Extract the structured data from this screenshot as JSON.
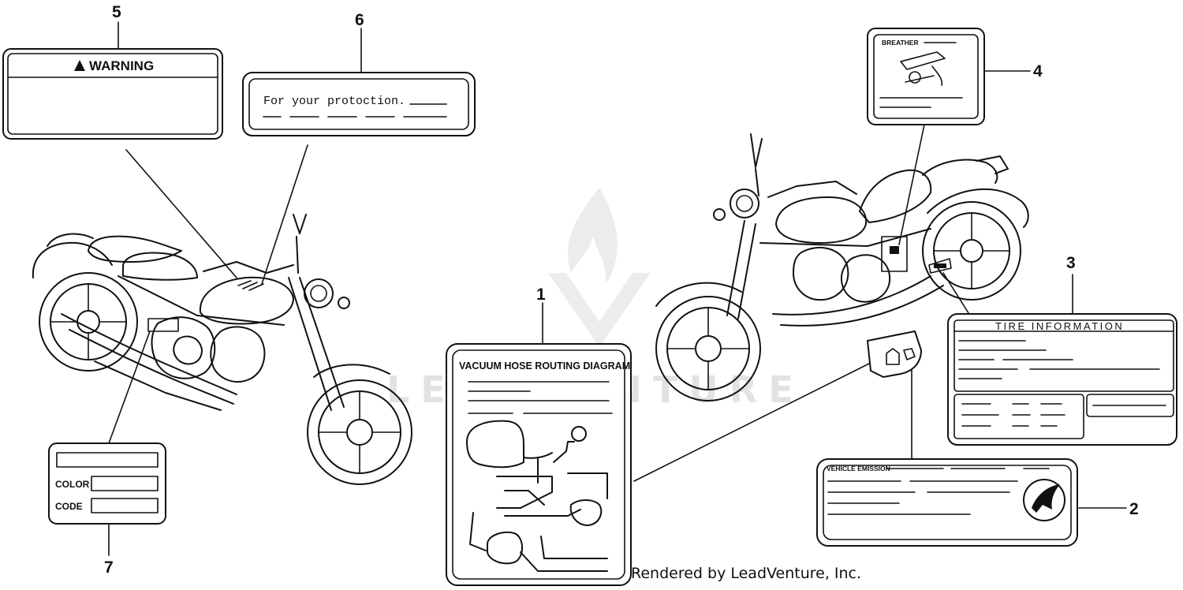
{
  "watermark": {
    "text": "LEADVENTURE"
  },
  "footer": {
    "credit": "Rendered by LeadVenture, Inc."
  },
  "callouts": [
    {
      "number": "1",
      "part": "vacuum-hose-routing-diagram-label"
    },
    {
      "number": "2",
      "part": "vehicle-emission-label"
    },
    {
      "number": "3",
      "part": "tire-information-label"
    },
    {
      "number": "4",
      "part": "breather-label"
    },
    {
      "number": "5",
      "part": "warning-label"
    },
    {
      "number": "6",
      "part": "protection-label"
    },
    {
      "number": "7",
      "part": "color-code-label"
    }
  ],
  "labels": {
    "warning": {
      "text": "WARNING"
    },
    "protection": {
      "text": "For your protoction."
    },
    "color_code": {
      "color": "COLOR",
      "code": "CODE"
    },
    "vacuum": {
      "title": "VACUUM HOSE ROUTING DIAGRAM"
    },
    "breather": {
      "title": "BREATHER"
    },
    "tire": {
      "title": "TIRE INFORMATION"
    },
    "emission": {
      "title": "VEHICLE EMISSION"
    }
  }
}
